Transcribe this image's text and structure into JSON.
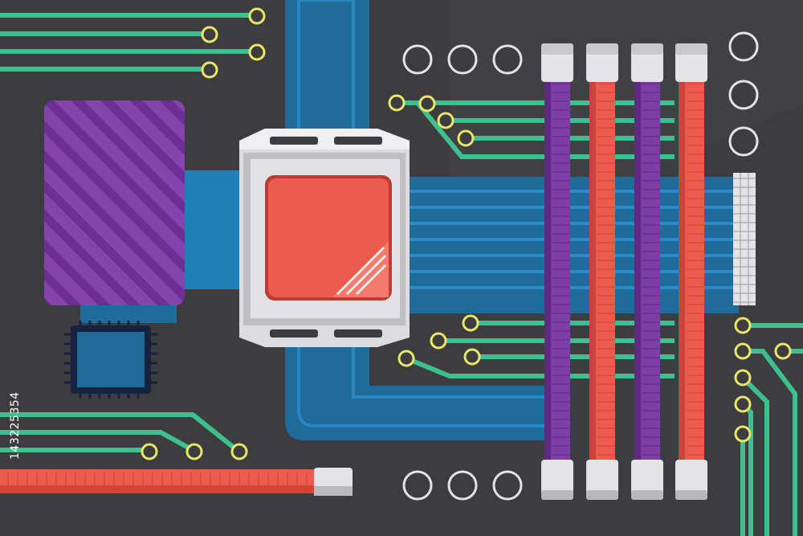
{
  "stock_id": "143225354",
  "colors": {
    "board": "#3d3d3f",
    "trace": "#3ebf8f",
    "pad": "#e9e66b",
    "blue": "#1f6b99",
    "purple": "#7e3ea8",
    "red": "#ec5b4e",
    "chip_red": "#e95b50",
    "silver": "#e4e4e6",
    "dark_chip": "#1d2d55"
  },
  "components": [
    "heatsink-purple",
    "cpu-socket",
    "ram-slot-purple",
    "ram-slot-red",
    "pcie-slot-red",
    "small-chip",
    "power-connector",
    "mounting-holes"
  ]
}
